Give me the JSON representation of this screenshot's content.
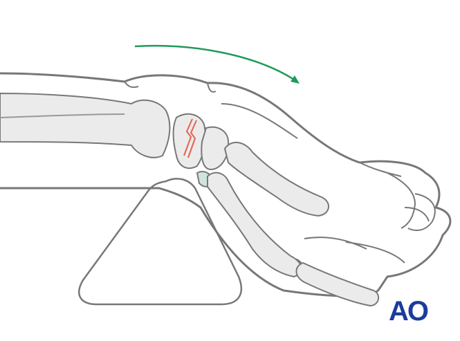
{
  "illustration": {
    "subject": "wrist-flexion-over-bolster",
    "colors": {
      "outline": "#777777",
      "bone_fill": "#ebebeb",
      "bone_shade": "#d8d8d8",
      "cartilage": "#cfe3df",
      "fracture": "#e8604c",
      "arrow": "#1f9a5a",
      "logo": "#1a3d9c"
    },
    "arrow_direction": "clockwise-flexion"
  },
  "logo": {
    "text": "AO"
  }
}
